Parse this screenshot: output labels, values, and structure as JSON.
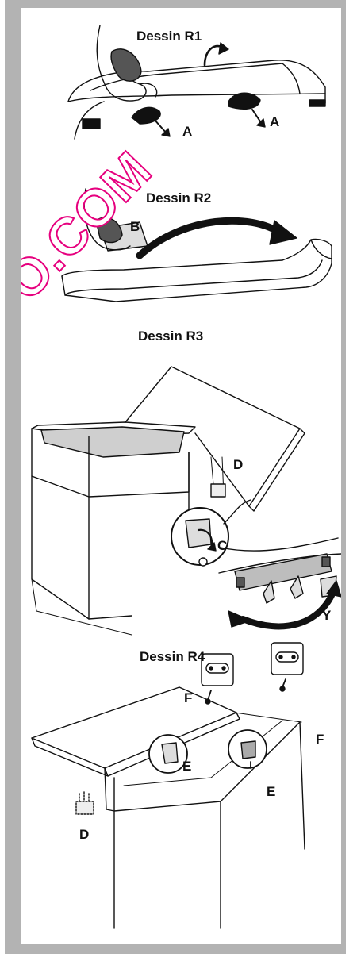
{
  "drawings": [
    {
      "title": "Dessin R1",
      "labels": [
        "A",
        "A"
      ]
    },
    {
      "title": "Dessin R2",
      "labels": [
        "B"
      ]
    },
    {
      "title": "Dessin R3",
      "labels": [
        "D",
        "C",
        "Y"
      ]
    },
    {
      "title": "Dessin R4",
      "labels": [
        "F",
        "F",
        "E",
        "E",
        "D"
      ]
    }
  ],
  "watermark": "O.COM",
  "colors": {
    "frame": "#b3b3b3",
    "watermark": "#e6007e"
  }
}
